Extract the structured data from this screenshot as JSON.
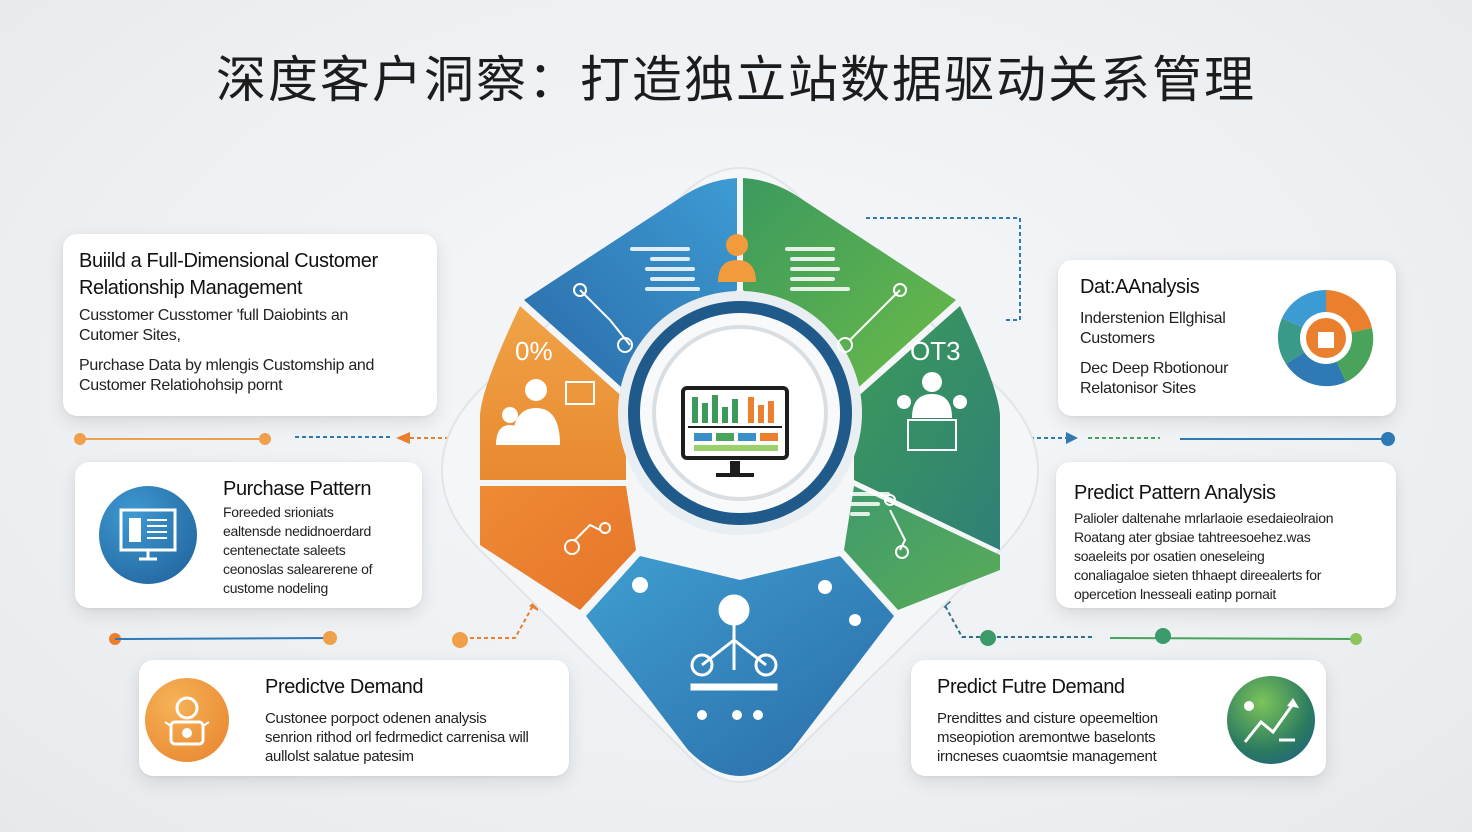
{
  "title": "深度客户洞察：打造独立站数据驱动关系管理",
  "center_icon": "analytics-monitor-icon",
  "diamond": {
    "left_percent": "0%",
    "right_label": "OT3"
  },
  "cards": {
    "crm": {
      "title_line1": "Buiild a Full-Dimensional Customer",
      "title_line2": "Relationship Management",
      "line1": "Cusstomer Cusstomer 'full Daiobints an",
      "line2": "Cutomer Sites,",
      "line3": "Purchase Data by mlengis Customship and",
      "line4": "Customer Relatiohohsip pornt"
    },
    "purchase": {
      "title": "Purchase Pattern",
      "line1": "Foreeded srioniats",
      "line2": "ealtensde nedidnoerdard",
      "line3": "centenectate saleets",
      "line4": "ceonoslas salearerene of",
      "line5": "custome nodeling",
      "icon": "document-monitor-icon"
    },
    "predictive": {
      "title": "Predictve Demand",
      "line1": "Custonee porpoct odenen analysis",
      "line2": "senrion rithod orl fedrmedict carrenisa will",
      "line3": "aullolst salatue patesim",
      "icon": "user-network-icon"
    },
    "data_analysis": {
      "title": "Dat:AAnalysis",
      "line1": "Inderstenion Ellghisal",
      "line2": "Customers",
      "line3": "Dec Deep Rbotionour",
      "line4": "Relatonisor Sites",
      "icon": "pie-chart-icon"
    },
    "predict_pattern": {
      "title": "Predict Pattern  Analysis",
      "line1": "Palioler daltenahe mrlarlaoie esedaieolraion",
      "line2": "Roatang ater gbsiae tahtreesoehez.was",
      "line3": "soaeleits por osatien  oneseleing",
      "line4": "conaliagaloe sieten thhaept direealerts for",
      "line5": "opercetion lnesseali eatinp pornait"
    },
    "future": {
      "title": "Predict Futre Demand",
      "line1": "Prendittes and cisture opeemeltion",
      "line2": "mseopiotion aremontwe baselonts",
      "line3": "irncneses cuaomtsie management",
      "icon": "growth-chart-icon"
    }
  },
  "colors": {
    "blue": "#2f79b5",
    "teal_blue": "#3a8fc8",
    "green": "#4aa35a",
    "orange": "#ea7f2e",
    "light_orange": "#eea04b",
    "dark_teal": "#2e6f86"
  }
}
